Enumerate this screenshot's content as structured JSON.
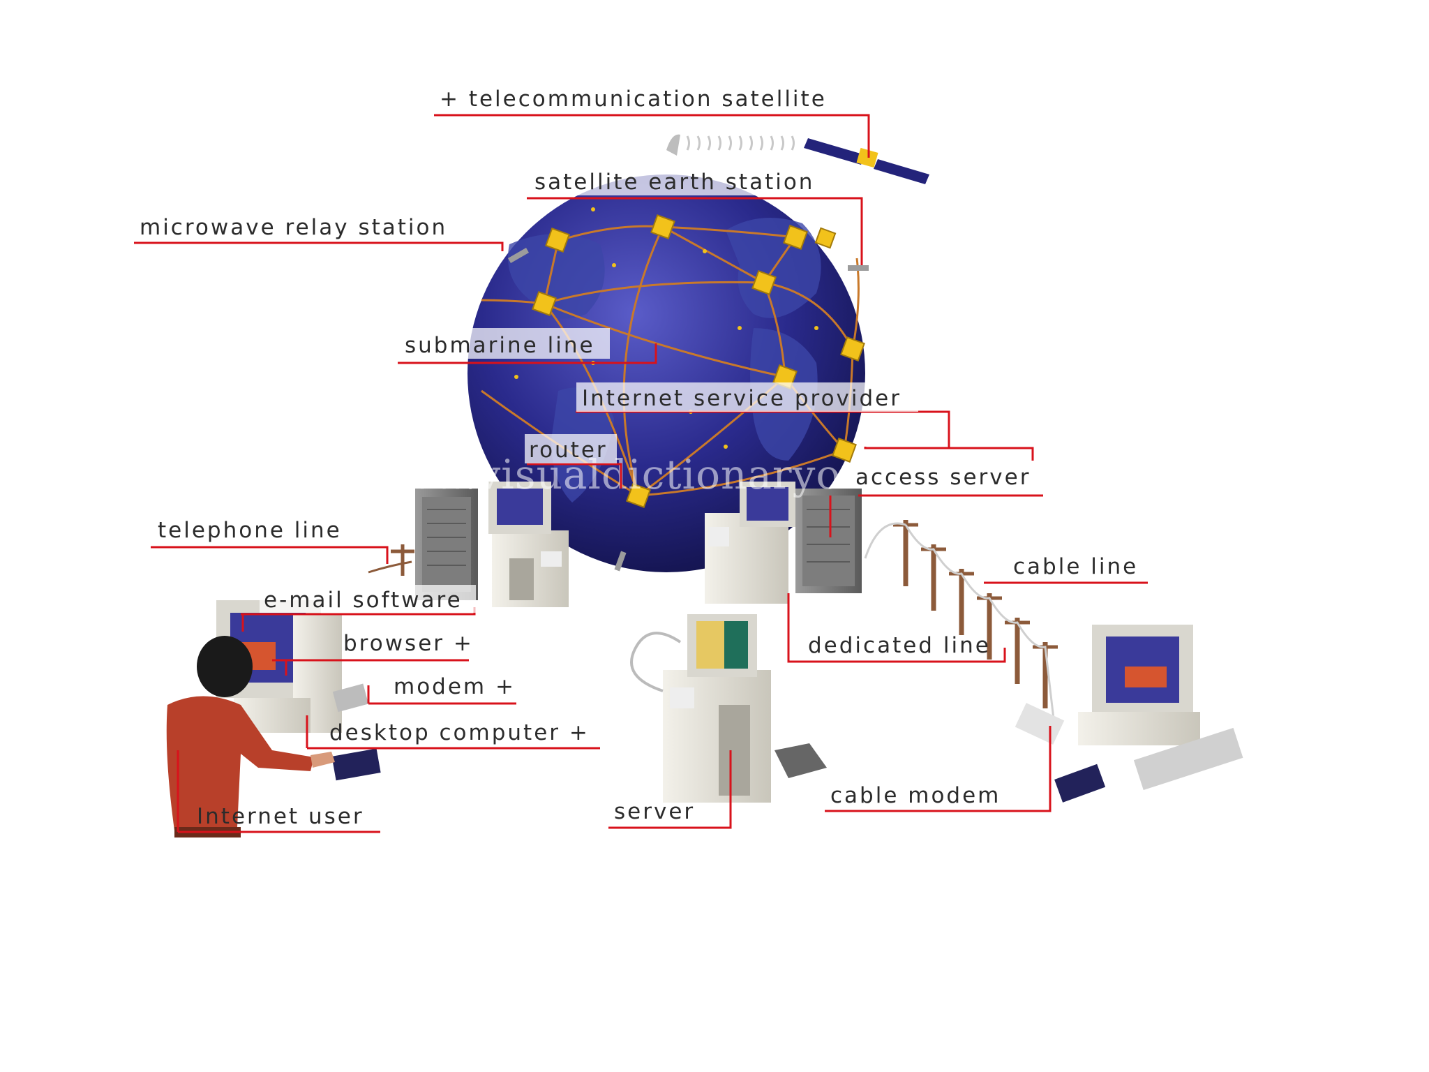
{
  "diagram": {
    "labels": {
      "telecom_satellite": "+ telecommunication satellite",
      "satellite_earth_station": "satellite earth station",
      "microwave_relay_station": "microwave relay station",
      "submarine_line": "submarine line",
      "internet_service_provider": "Internet service provider",
      "router": "router",
      "access_server": "access server",
      "telephone_line": "telephone line",
      "email_software": "e-mail software",
      "browser": "browser +",
      "modem": "modem +",
      "desktop_computer": "desktop computer +",
      "internet_user": "Internet user",
      "cable_line": "cable line",
      "dedicated_line": "dedicated line",
      "server": "server",
      "cable_modem": "cable modem"
    },
    "watermark": "www.visualdictionaryonline.com",
    "colors": {
      "leader": "#d8121b",
      "globe": "#2a2a8c",
      "link": "#c9792a",
      "node": "#f2c21b"
    }
  }
}
